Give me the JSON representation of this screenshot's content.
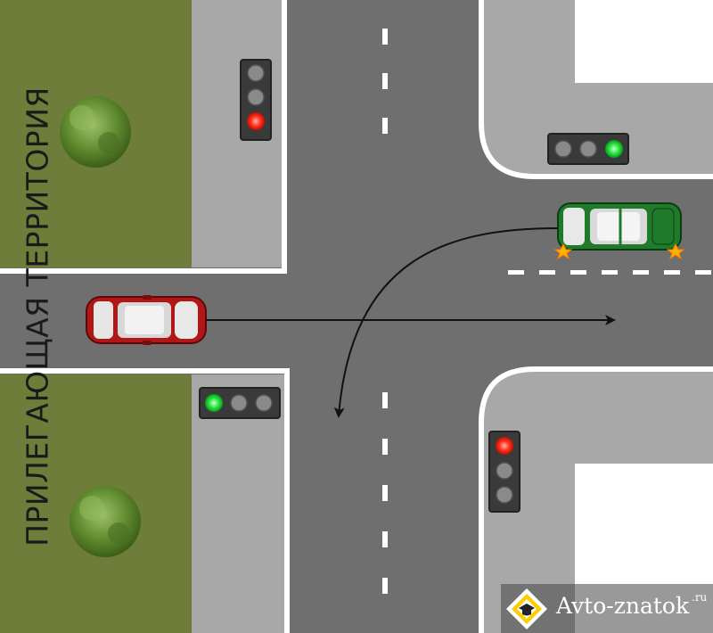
{
  "scene": {
    "side_label": "ПРИЛЕГАЮЩАЯ ТЕРРИТОРИЯ",
    "colors": {
      "asphalt": "#6f6f6f",
      "sidewalk": "#a8a8a8",
      "grass": "#6f7d3a",
      "curb": "#ffffff",
      "red_car": "#b01818",
      "green_car": "#1f7a2a",
      "signal_red": "#ff2a1a",
      "signal_green": "#22e03a"
    },
    "traffic_lights": [
      {
        "id": "top-left",
        "active": "red"
      },
      {
        "id": "top-right",
        "active": "green"
      },
      {
        "id": "bottom-left",
        "active": "green"
      },
      {
        "id": "bottom-right",
        "active": "red"
      }
    ],
    "vehicles": [
      {
        "id": "red-car",
        "maneuver": "straight"
      },
      {
        "id": "green-car",
        "maneuver": "left-turn",
        "hazard_lights": true
      }
    ]
  },
  "watermark": {
    "text": "Avto-znatok",
    "suffix": ".ru"
  }
}
